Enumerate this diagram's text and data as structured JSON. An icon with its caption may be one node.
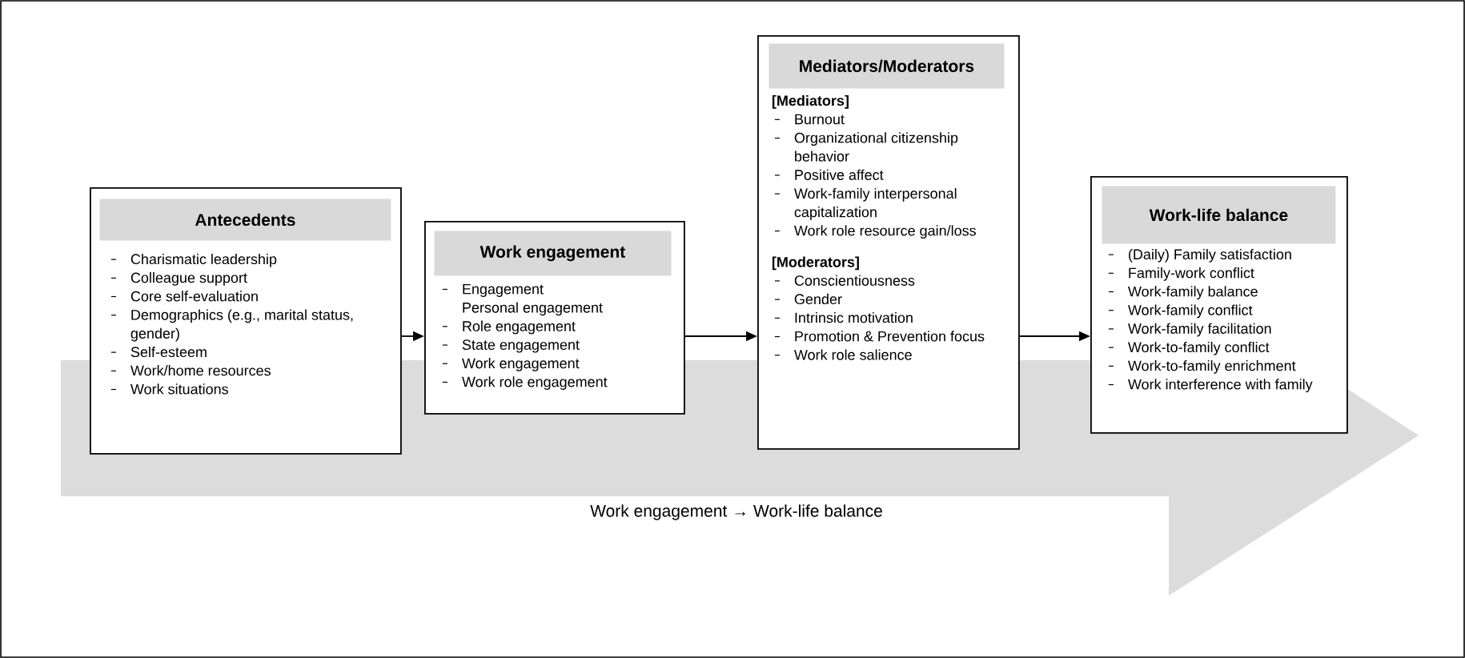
{
  "diagram": {
    "nodes": [
      {
        "text": [
          "Charismatic leadership",
          "Colleague support",
          "Core self-evaluation",
          "Demographics (e.g., marital status, gender)",
          "Self-esteem",
          "Work/home resources",
          "Work situations"
        ]
      },
      {
        "text": [
          "Antecedents"
        ],
        "in": 0
      },
      {
        "text": [
          "Engagement",
          "Personal engagement",
          "Role engagement",
          "State engagement",
          "Work engagement",
          "Work role engagement"
        ]
      },
      {
        "text": [
          "Work engagement"
        ],
        "in": 2
      },
      {
        "text": [
          "[Mediators]",
          "Burnout",
          "Organizational citizenship behavior",
          "Positive affect",
          "Work-family interpersonal capitalization",
          "Work role resource gain/loss",
          "[Moderators]",
          "Conscientiousness",
          "Gender",
          "Intrinsic motivation",
          "Promotion & Prevention focus",
          "Work role salience"
        ]
      },
      {
        "text": [
          "Mediators/Moderators"
        ],
        "in": 4
      },
      {
        "text": [
          "(Daily) Family satisfaction",
          "Family-work conflict",
          "Work-family balance",
          "Work-family conflict",
          "Work-family facilitation",
          "Work-to-family conflict",
          "Work-to-family enrichment",
          "Work interference with family"
        ]
      },
      {
        "text": [
          "Work-life balance"
        ],
        "in": 6
      },
      {
        "text": [
          "Work engagement → Work-life balance"
        ]
      }
    ],
    "edges": [
      {
        "from": 0,
        "to": 2,
        "arrow": "to"
      },
      {
        "from": 2,
        "to": 4,
        "arrow": "to"
      },
      {
        "from": 4,
        "to": 6,
        "arrow": "to"
      }
    ]
  }
}
